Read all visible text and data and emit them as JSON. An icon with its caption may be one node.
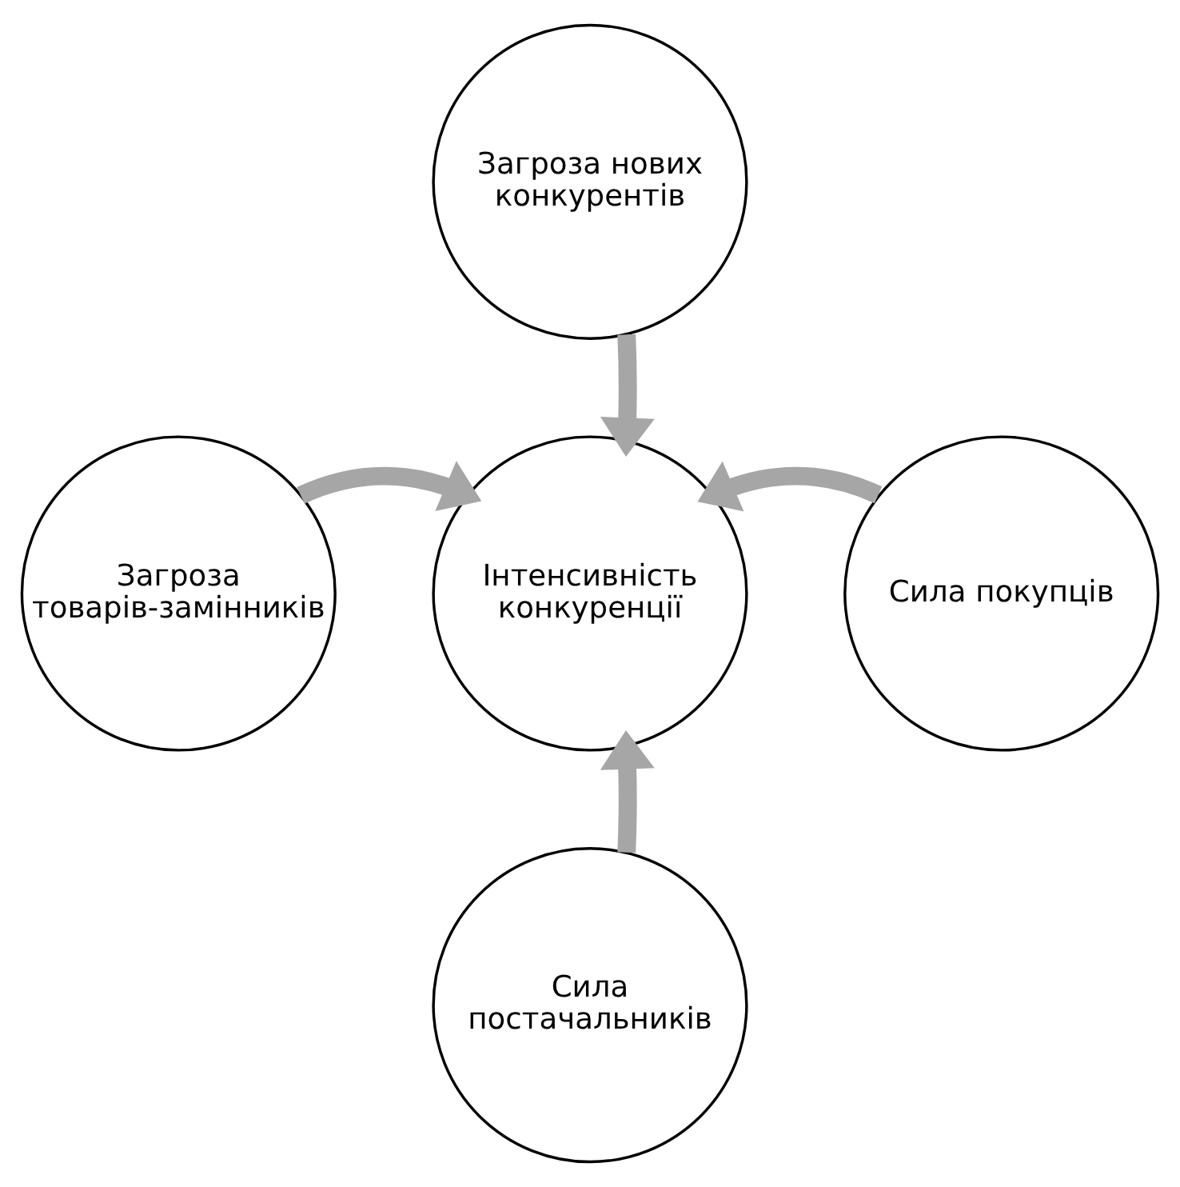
{
  "diagram": {
    "nodes": [
      {
        "text": [
          "Загроза нових конкурентів"
        ]
      },
      {
        "text": [
          "Загроза товарів-замінників"
        ]
      },
      {
        "text": [
          "Інтенсивність конкуренції"
        ]
      },
      {
        "text": [
          "Сила покупців"
        ]
      },
      {
        "text": [
          "Сила постачальників"
        ]
      }
    ],
    "edges": [
      {
        "from": 0,
        "to": 2,
        "arrow": "to"
      },
      {
        "from": 1,
        "to": 2,
        "arrow": "to"
      },
      {
        "from": 3,
        "to": 2,
        "arrow": "to"
      },
      {
        "from": 4,
        "to": 2,
        "arrow": "to"
      }
    ]
  }
}
